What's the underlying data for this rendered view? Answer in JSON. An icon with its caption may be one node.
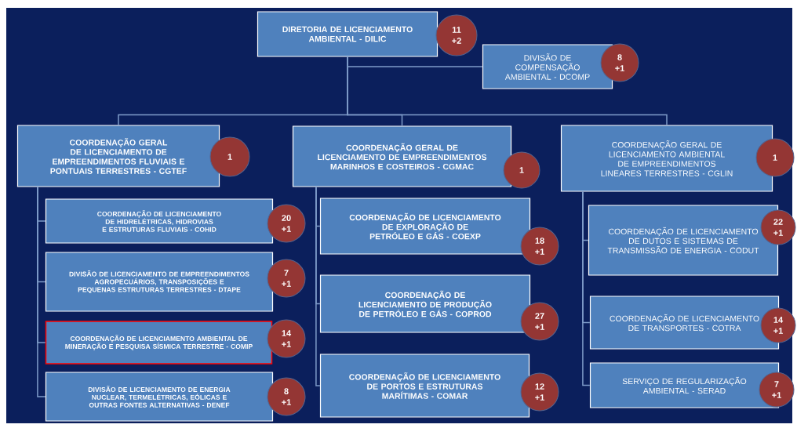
{
  "diagram": {
    "nodes": [
      {
        "text": [
          "DIRETORIA DE LICENCIAMENTO AMBIENTAL - DILIC"
        ]
      },
      {
        "text": [
          "11",
          "+2"
        ]
      },
      {
        "text": [
          "DIVISÃO DE COMPENSAÇÃO AMBIENTAL - DCOMP"
        ]
      },
      {
        "text": [
          "8",
          "+1"
        ]
      },
      {
        "text": [
          "COORDENAÇÃO GERAL DE LICENCIAMENTO DE EMPREENDIMENTOS FLUVIAIS E PONTUAIS TERRESTRES - CGTEF"
        ]
      },
      {
        "text": [
          "1"
        ]
      },
      {
        "text": [
          "COORDENAÇÃO GERAL DE LICENCIAMENTO DE EMPREENDIMENTOS MARINHOS E COSTEIROS - CGMAC"
        ]
      },
      {
        "text": [
          "1"
        ]
      },
      {
        "text": [
          "COORDENAÇÃO GERAL DE LICENCIAMENTO AMBIENTAL DE EMPREENDIMENTOS LINEARES TERRESTRES - CGLIN"
        ]
      },
      {
        "text": [
          "1"
        ]
      },
      {
        "text": [
          "COORDENAÇÃO DE LICENCIAMENTO DE HIDRELÉTRICAS, HIDROVIAS E ESTRUTURAS FLUVIAIS - COHID"
        ]
      },
      {
        "text": [
          "20",
          "+1"
        ]
      },
      {
        "text": [
          "DIVISÃO DE LICENCIAMENTO DE EMPREENDIMENTOS AGROPECUÁRIOS, TRANSPOSIÇÕES E PEQUENAS ESTRUTURAS TERRESTRES - DTAPE"
        ]
      },
      {
        "text": [
          "7",
          "+1"
        ]
      },
      {
        "text": [
          "COORDENAÇÃO DE LICENCIAMENTO AMBIENTAL DE MINERAÇÃO E PESQUISA SÍSMICA TERRESTRE - COMIP"
        ]
      },
      {
        "text": [
          "14",
          "+1"
        ]
      },
      {
        "text": [
          "DIVISÃO DE LICENCIAMENTO DE ENERGIA NUCLEAR, TERMELÉTRICAS, EÓLICAS E OUTRAS FONTES ALTERNATIVAS - DENEF"
        ]
      },
      {
        "text": [
          "8",
          "+1"
        ]
      },
      {
        "text": [
          "COORDENAÇÃO DE LICENCIAMENTO DE EXPLORAÇÃO DE PETRÓLEO E GÁS - COEXP"
        ]
      },
      {
        "text": [
          "18",
          "+1"
        ]
      },
      {
        "text": [
          "COORDENAÇÃO DE LICENCIAMENTO DE PRODUÇÃO DE PETRÓLEO E GÁS - COPROD"
        ]
      },
      {
        "text": [
          "27",
          "+1"
        ]
      },
      {
        "text": [
          "COORDENAÇÃO DE LICENCIAMENTO DE PORTOS E ESTRUTURAS MARÍTIMAS - COMAR"
        ]
      },
      {
        "text": [
          "12",
          "+1"
        ]
      },
      {
        "text": [
          "COORDENAÇÃO DE LICENCIAMENTO DE DUTOS E SISTEMAS DE TRANSMISSÃO DE ENERGIA - CODUT"
        ]
      },
      {
        "text": [
          "22",
          "+1"
        ]
      },
      {
        "text": [
          "COORDENAÇÃO DE LICENCIAMENTO DE TRANSPORTES - COTRA"
        ]
      },
      {
        "text": [
          "14",
          "+1"
        ]
      },
      {
        "text": [
          "SERVIÇO DE REGULARIZAÇÃO AMBIENTAL - SERAD"
        ]
      },
      {
        "text": [
          "7",
          "+1"
        ]
      }
    ],
    "edges": [
      {
        "from": 0,
        "to": 2,
        "arrow": "none"
      },
      {
        "from": 0,
        "to": 4,
        "arrow": "none"
      },
      {
        "from": 0,
        "to": 6,
        "arrow": "none"
      },
      {
        "from": 0,
        "to": 8,
        "arrow": "none"
      },
      {
        "from": 4,
        "to": 10,
        "arrow": "none"
      },
      {
        "from": 4,
        "to": 12,
        "arrow": "none"
      },
      {
        "from": 4,
        "to": 14,
        "arrow": "none"
      },
      {
        "from": 4,
        "to": 16,
        "arrow": "none"
      },
      {
        "from": 6,
        "to": 18,
        "arrow": "none"
      },
      {
        "from": 6,
        "to": 20,
        "arrow": "none"
      },
      {
        "from": 6,
        "to": 22,
        "arrow": "none"
      },
      {
        "from": 8,
        "to": 24,
        "arrow": "none"
      },
      {
        "from": 8,
        "to": 26,
        "arrow": "none"
      },
      {
        "from": 8,
        "to": 28,
        "arrow": "none"
      }
    ]
  }
}
